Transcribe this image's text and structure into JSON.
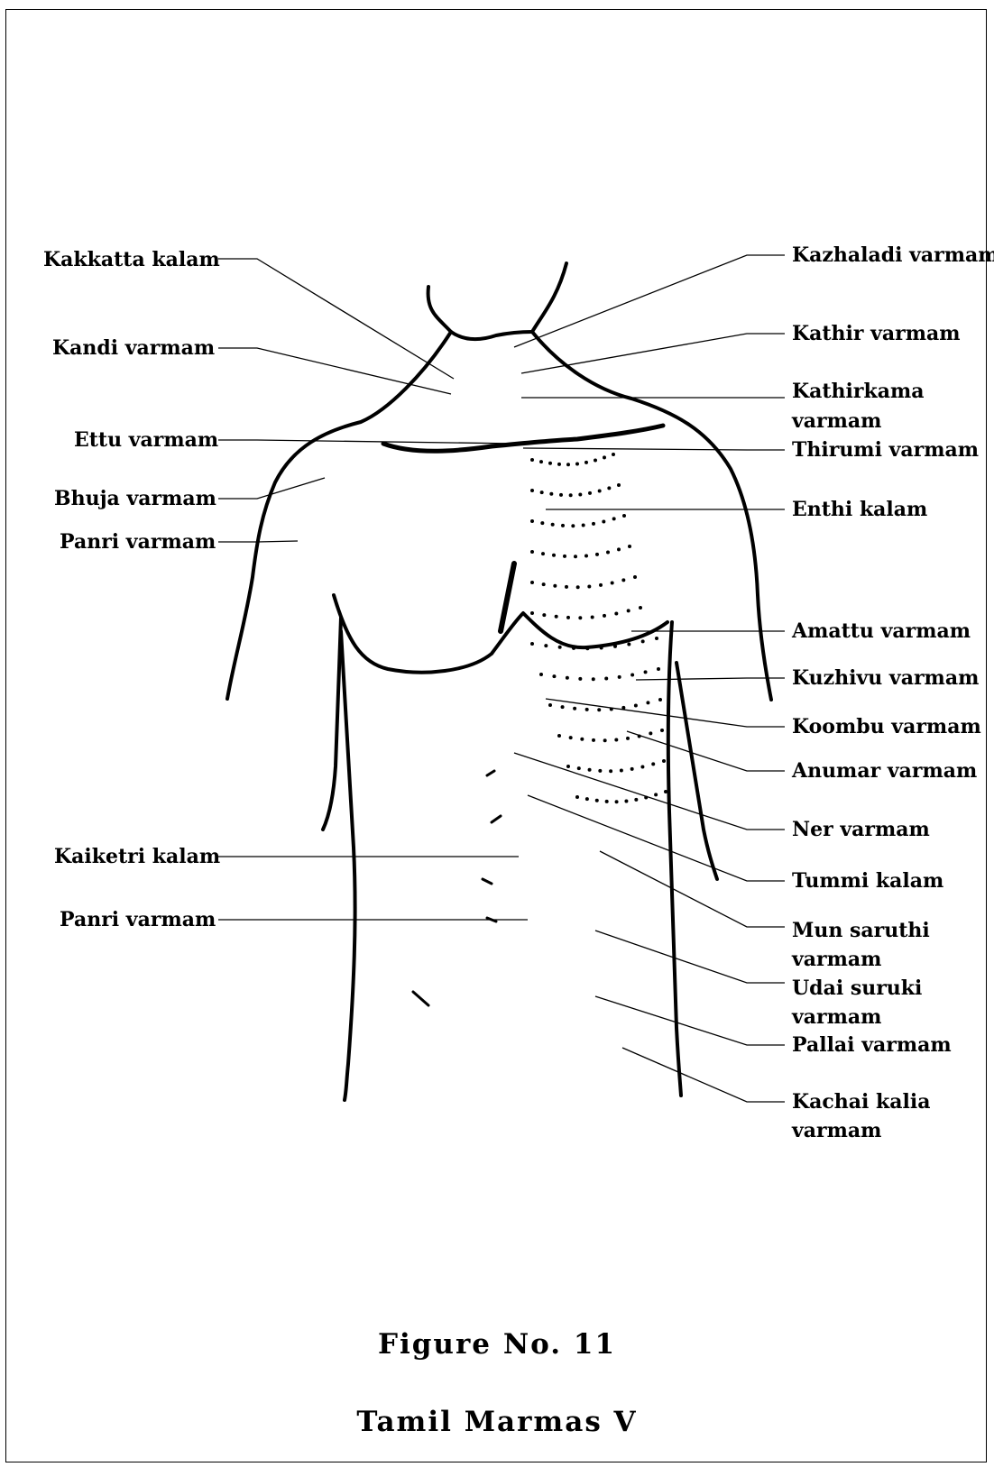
{
  "labels_left": {
    "kakkatta_kalam": "Kakkatta kalam",
    "kandi_varmam": "Kandi varmam",
    "ettu_varmam": "Ettu varmam",
    "bhuja_varmam": "Bhuja varmam",
    "panri_varmam_upper": "Panri varmam",
    "kaiketri_kalam": "Kaiketri kalam",
    "panri_varmam_lower": "Panri varmam"
  },
  "labels_right": {
    "kazhaladi_varmam": "Kazhaladi varmam",
    "kathir_varmam": "Kathir varmam",
    "kathirkama_line1": "Kathirkama",
    "kathirkama_line2": "varmam",
    "thirumi_varmam": "Thirumi varmam",
    "enthi_kalam": "Enthi kalam",
    "amattu_varmam": "Amattu varmam",
    "kuzhivu_varmam": "Kuzhivu varmam",
    "koombu_varmam": "Koombu varmam",
    "anumar_varmam": "Anumar varmam",
    "ner_varmam": "Ner varmam",
    "tummi_kalam": "Tummi kalam",
    "mun_saruthi_line1": "Mun saruthi",
    "mun_saruthi_line2": "varmam",
    "udai_suruki_line1": "Udai suruki",
    "udai_suruki_line2": "varmam",
    "pallai_varmam": "Pallai varmam",
    "kachai_kalia_line1": "Kachai kalia",
    "kachai_kalia_line2": "varmam"
  },
  "caption": {
    "figure": "Figure No. 11",
    "title": "Tamil Marmas V"
  }
}
